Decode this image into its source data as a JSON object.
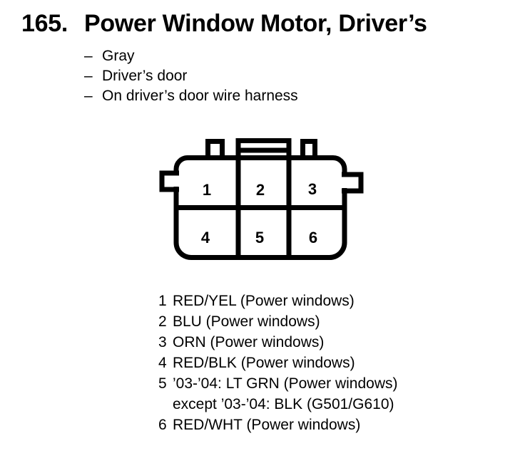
{
  "page": {
    "background": "#ffffff",
    "ink": "#000000"
  },
  "title": {
    "number": "165.",
    "text": "Power Window Motor, Driver’s"
  },
  "details": {
    "marker": "–",
    "items": [
      "Gray",
      "Driver’s door",
      "On driver’s door wire harness"
    ]
  },
  "connector": {
    "description": "6-cavity connector, female, viewed from terminal side",
    "pins": [
      "1",
      "2",
      "3",
      "4",
      "5",
      "6"
    ]
  },
  "legend": {
    "rows": [
      {
        "num": "1",
        "text": "RED/YEL (Power windows)"
      },
      {
        "num": "2",
        "text": "BLU (Power windows)"
      },
      {
        "num": "3",
        "text": "ORN (Power windows)"
      },
      {
        "num": "4",
        "text": "RED/BLK (Power windows)"
      },
      {
        "num": "5",
        "text": "’03-’04: LT GRN (Power windows)"
      },
      {
        "num": "",
        "text": "except ’03-’04: BLK (G501/G610)"
      },
      {
        "num": "6",
        "text": "RED/WHT (Power windows)"
      }
    ]
  }
}
